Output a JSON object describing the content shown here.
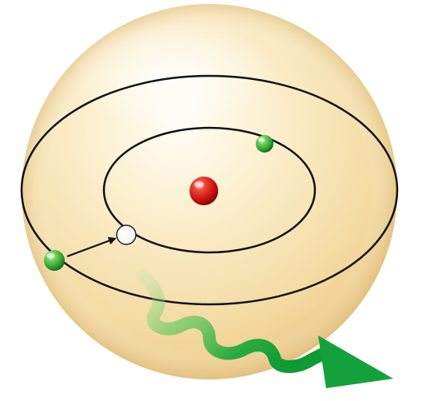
{
  "diagram": {
    "colors": {
      "sphere_light": "#fffaf0",
      "sphere_mid": "#f8e3b8",
      "sphere_dark": "#e9c887",
      "orbit": "#111111",
      "nucleus": "#d01010",
      "electron": "#2faa2f",
      "vacancy": "#ffffff",
      "photon": "#1ea83a",
      "arrow": "#111111"
    },
    "icons": {
      "nucleus": "red-sphere",
      "electron": "green-sphere",
      "vacancy": "white-sphere",
      "transition": "black-arrow",
      "emission": "wavy-green-arrow"
    }
  }
}
